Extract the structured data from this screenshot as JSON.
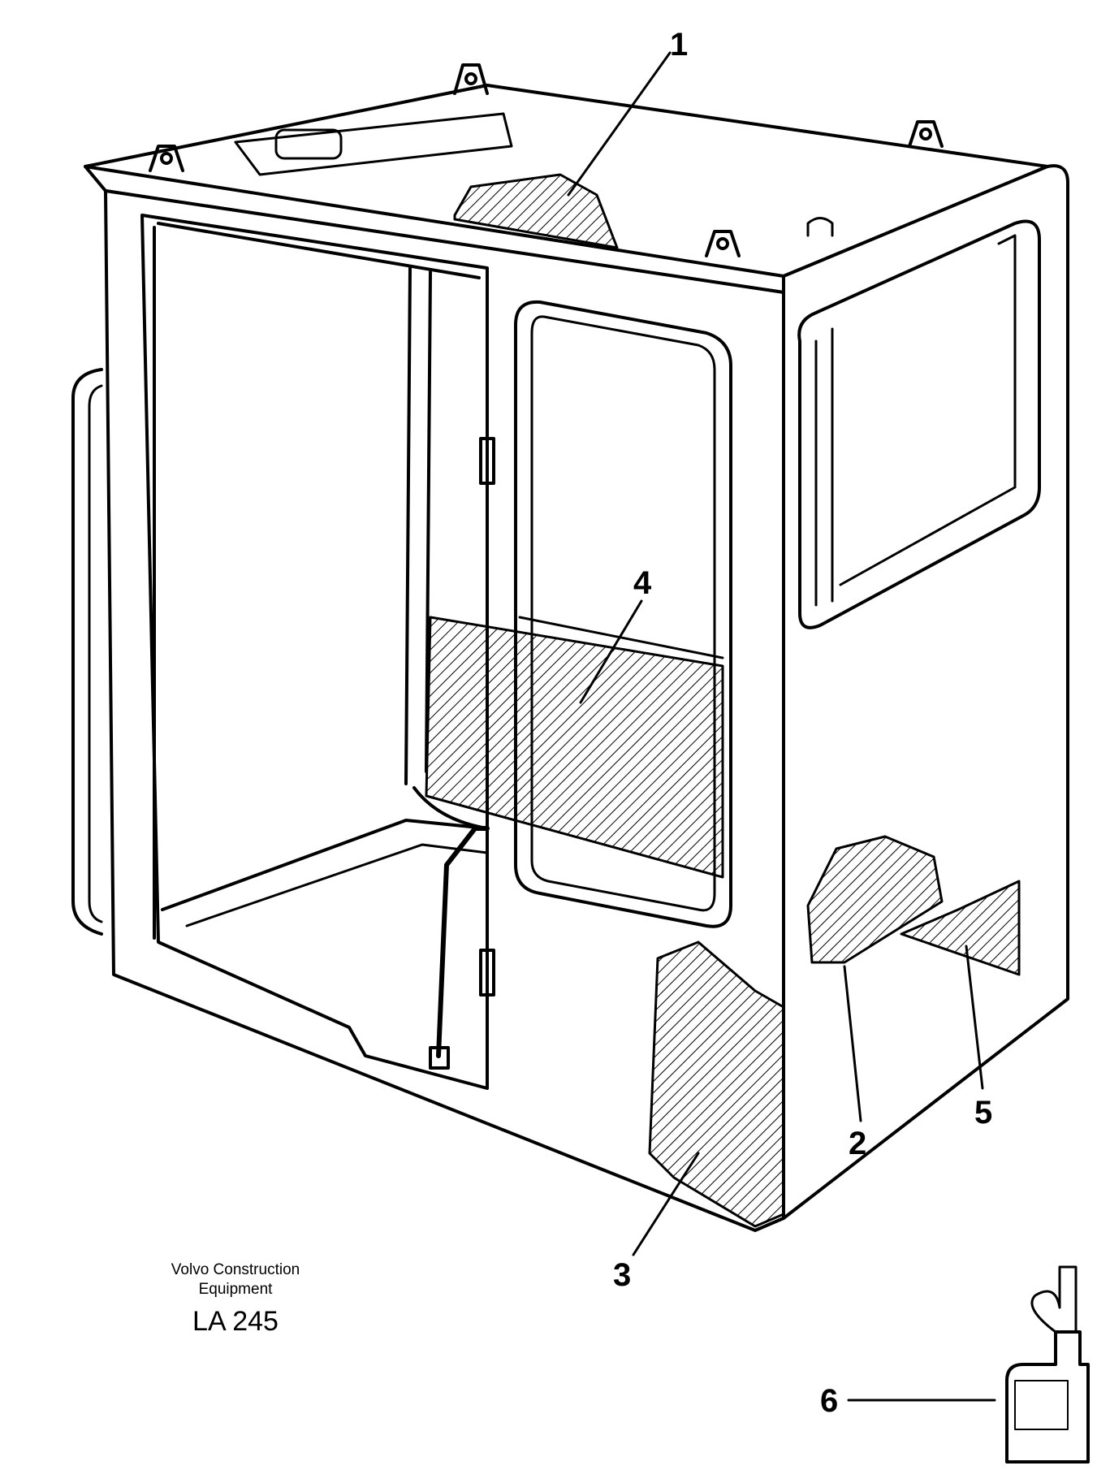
{
  "callouts": [
    "1",
    "2",
    "3",
    "4",
    "5",
    "6"
  ],
  "caption": {
    "maker_line1": "Volvo Construction",
    "maker_line2": "Equipment",
    "code": "LA 245"
  }
}
